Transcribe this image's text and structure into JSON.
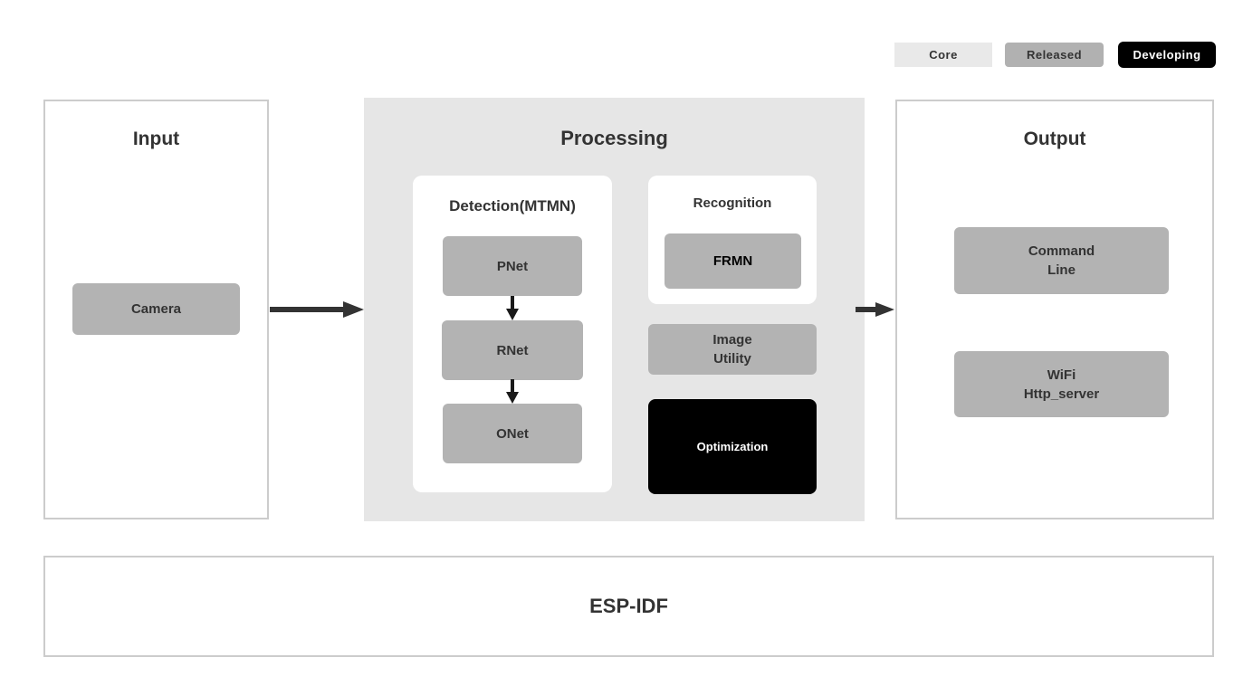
{
  "legend": {
    "core": "Core",
    "released": "Released",
    "developing": "Developing"
  },
  "input": {
    "title": "Input",
    "camera": "Camera"
  },
  "processing": {
    "title": "Processing",
    "detection": {
      "title": "Detection(MTMN)",
      "pnet": "PNet",
      "rnet": "RNet",
      "onet": "ONet"
    },
    "recognition": {
      "title": "Recognition",
      "frmn": "FRMN"
    },
    "image_utility": {
      "line1": "Image",
      "line2": "Utility"
    },
    "optimization": "Optimization"
  },
  "output": {
    "title": "Output",
    "command_line": {
      "line1": "Command",
      "line2": "Line"
    },
    "wifi": {
      "line1": "WiFi",
      "line2": "Http_server"
    }
  },
  "foundation": {
    "title": "ESP-IDF"
  },
  "colors": {
    "core_bg": "#e9e9e9",
    "released_bg": "#b1b1b1",
    "developing_bg": "#000000",
    "processing_bg": "#e6e6e6",
    "module_gray": "#b3b3b3",
    "panel_border": "#cccccc",
    "text_dark": "#333333",
    "arrow": "#333333"
  }
}
